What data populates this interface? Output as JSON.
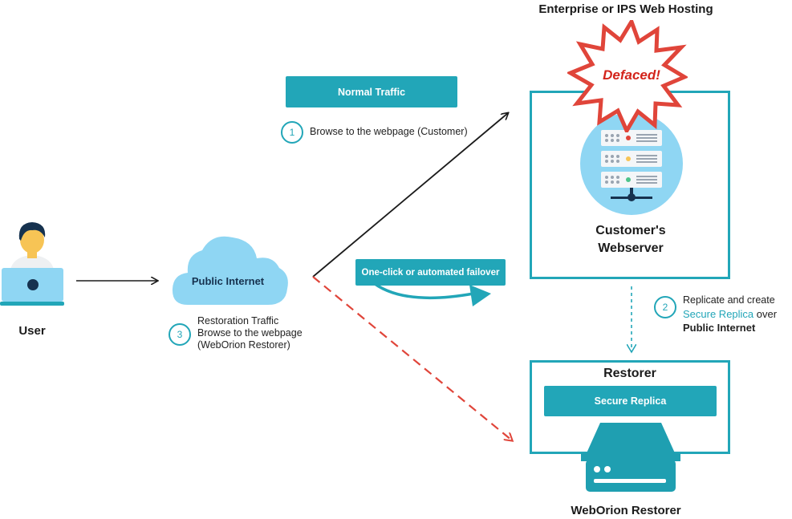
{
  "header": {
    "hosting_title": "Enterprise or IPS Web Hosting"
  },
  "defaced_label": "Defaced!",
  "normal_traffic_label": "Normal Traffic",
  "step1": {
    "number": "1",
    "text": "Browse to the webpage (Customer)"
  },
  "user_label": "User",
  "cloud_label": "Public Internet",
  "step3": {
    "number": "3",
    "line1": "Restoration Traffic",
    "line2": "Browse to the webpage",
    "line3": "(WebOrion Restorer)"
  },
  "failover_label": "One-click or automated failover",
  "webserver": {
    "line1": "Customer's",
    "line2": "Webserver"
  },
  "step2": {
    "number": "2",
    "line1": "Replicate and create",
    "highlight": "Secure Replica",
    "line2_rest": " over",
    "line3": "Public Internet"
  },
  "restorer": {
    "title": "Restorer",
    "replica_label": "Secure Replica"
  },
  "weborion_label": "WebOrion Restorer",
  "colors": {
    "teal": "#22a6b8",
    "red": "#e0453a",
    "dark": "#1b1b1b",
    "light_blue": "#8fd6f3"
  }
}
